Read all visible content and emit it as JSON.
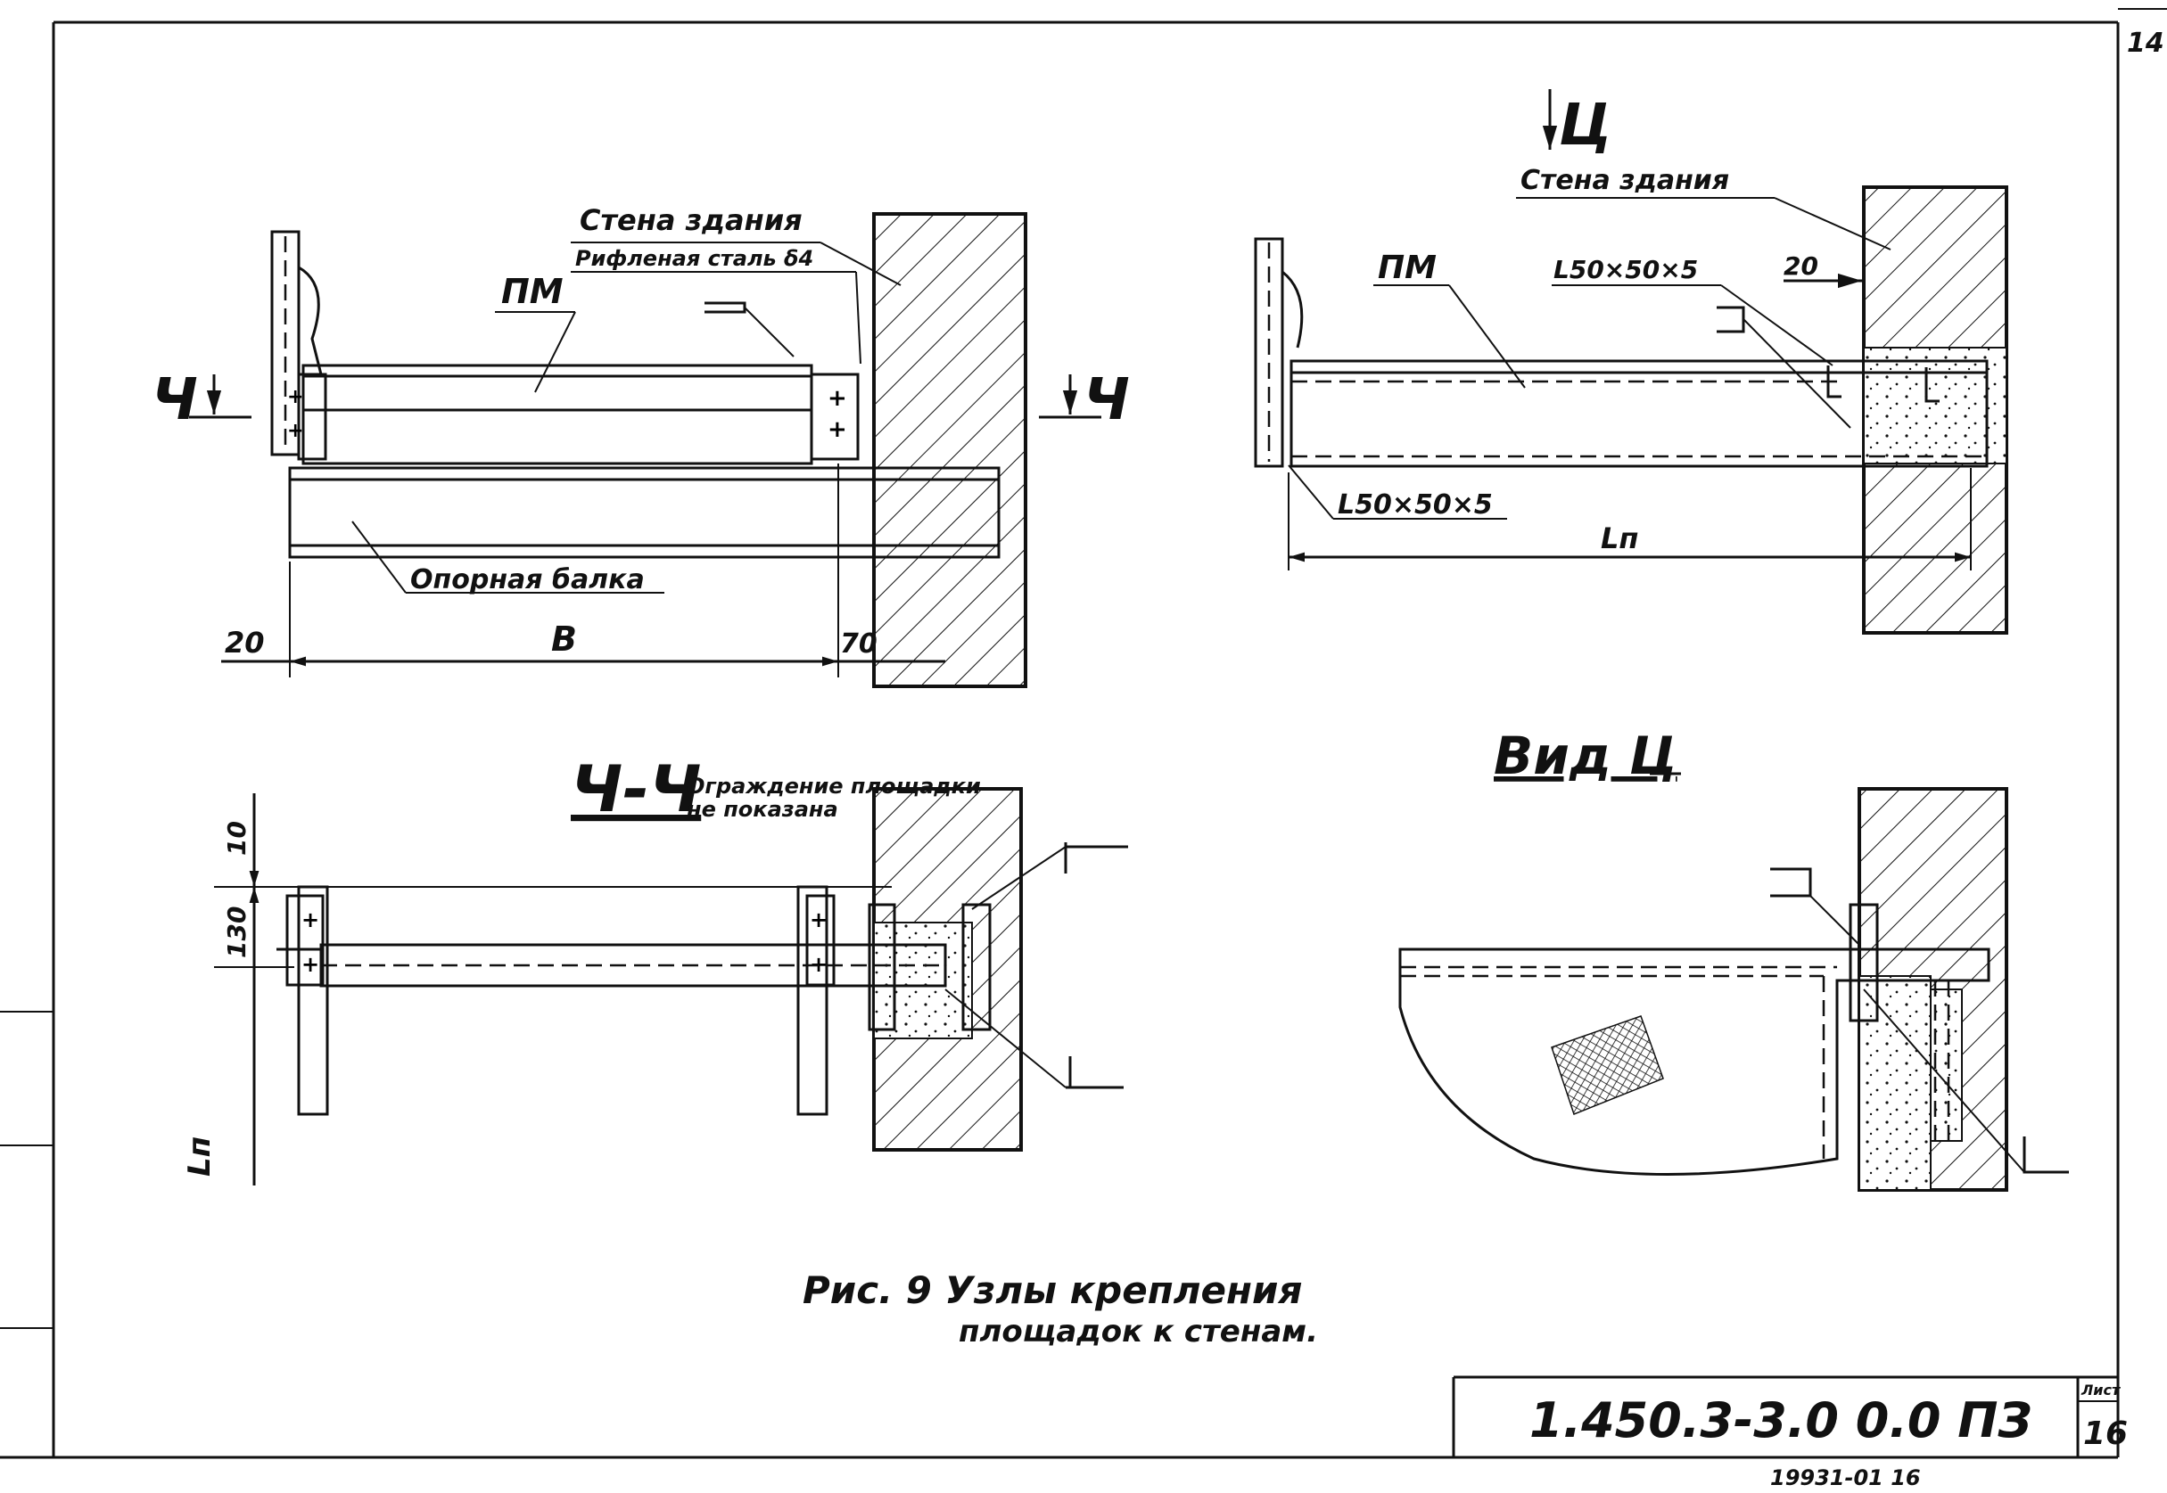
{
  "page_corner_number": "14",
  "view_top_left": {
    "wall_label": "Стена здания",
    "plate_label": "Рифленая сталь δ4",
    "pm_label": "ПМ",
    "beam_label": "Опорная балка",
    "section_mark": "Ч",
    "dim_20": "20",
    "dim_b": "В",
    "dim_70": "70"
  },
  "view_top_right": {
    "view_mark": "Ц",
    "wall_label": "Стена здания",
    "pm_label": "ПМ",
    "angle_top_label": "L50×50×5",
    "angle_bottom_label": "L50×50×5",
    "dim_20": "20",
    "dim_ln": "Lп"
  },
  "section_cc": {
    "title": "Ч-Ч",
    "note_line1": "Ограждение площадки",
    "note_line2": "не показана",
    "dim_10": "10",
    "dim_130": "130",
    "dim_ln": "Lп"
  },
  "view_c": {
    "title": "Вид Ц"
  },
  "caption": {
    "line1": "Рис. 9  Узлы крепления",
    "line2": "площадок к стенам."
  },
  "title_block": {
    "doc_code": "1.450.3-3.0 0.0 ПЗ",
    "sheet_label": "Лист",
    "sheet_number": "16",
    "archive_number": "19931-01  16"
  }
}
